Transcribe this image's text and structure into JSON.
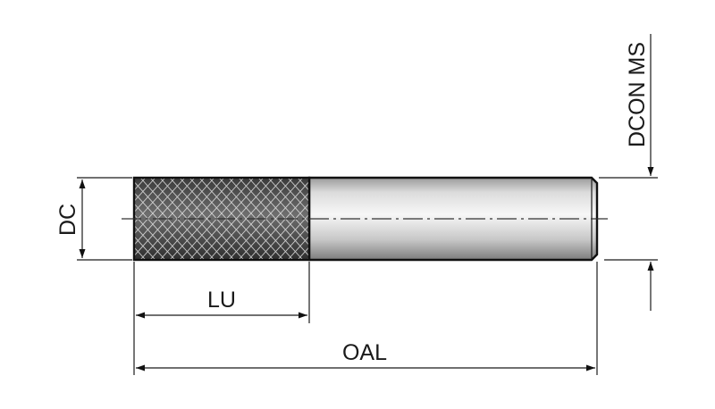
{
  "dimensions": {
    "dc": "DC",
    "lu": "LU",
    "oal": "OAL",
    "dcon_ms": "DCON MS"
  },
  "colors": {
    "line": "#111111",
    "knurl_fill": "#4a4a4a",
    "shank_light": "#f2f2f2",
    "shank_dark": "#8c8c8c"
  }
}
